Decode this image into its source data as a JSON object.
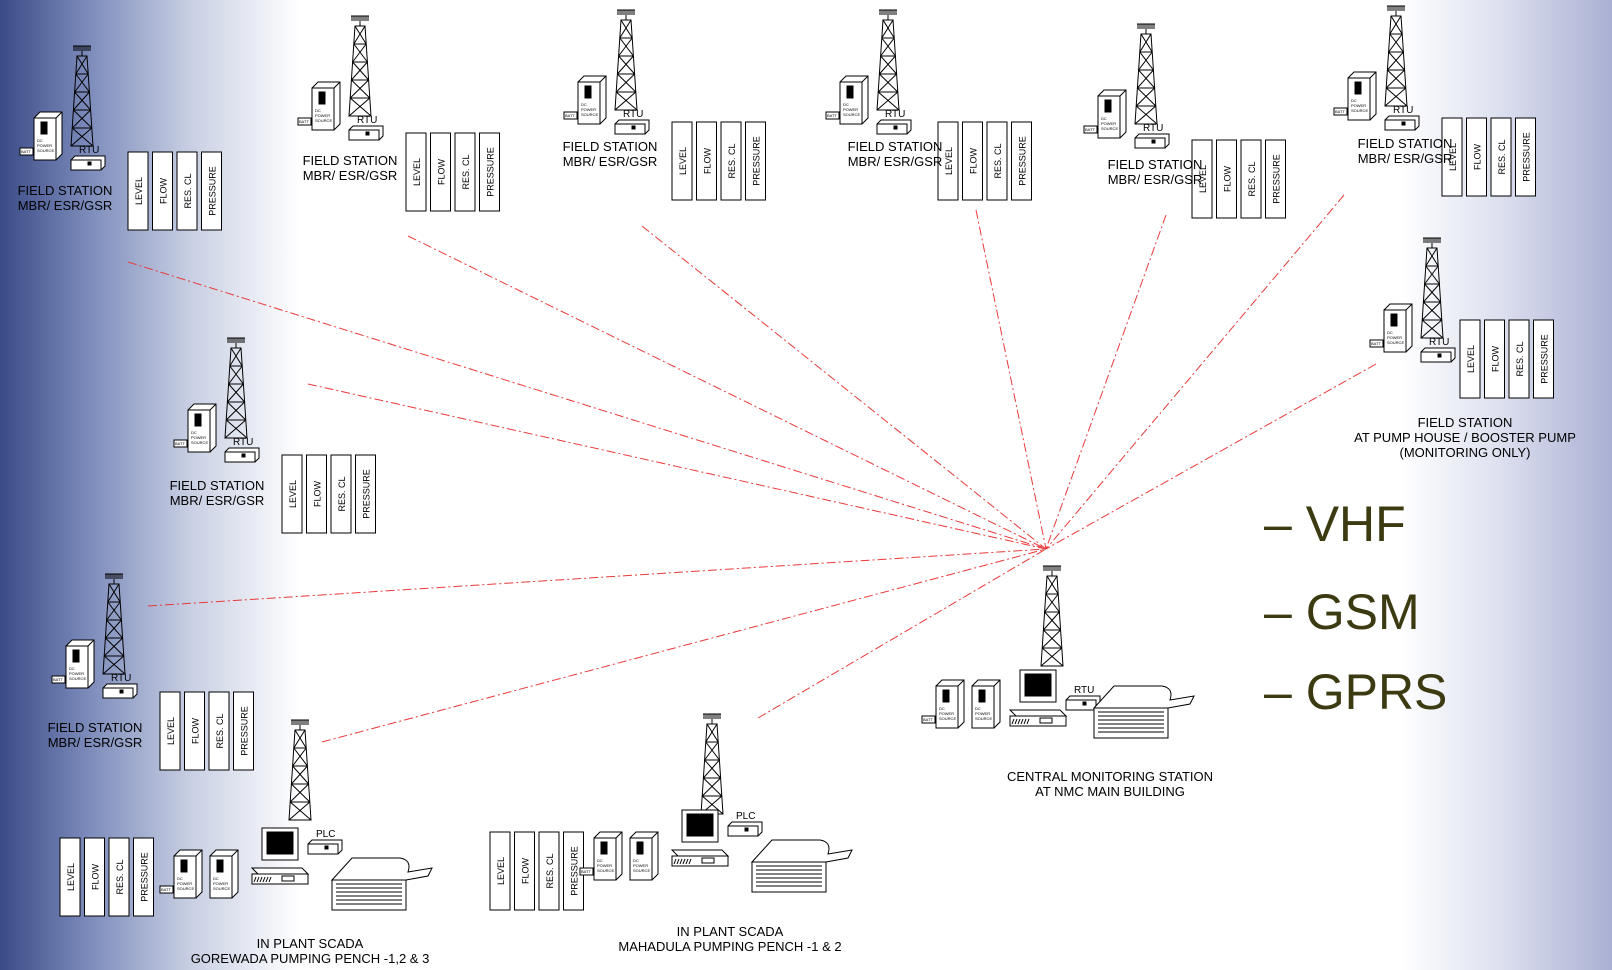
{
  "field_station": {
    "line1": "FIELD STATION",
    "line2": "MBR/ ESR/GSR"
  },
  "pump_station": {
    "line1": "FIELD STATION",
    "line2": "AT PUMP HOUSE / BOOSTER PUMP",
    "line3": "(MONITORING ONLY)"
  },
  "central_station": {
    "line1": "CENTRAL MONITORING STATION",
    "line2": "AT NMC MAIN BUILDING"
  },
  "gorewada": {
    "line1": "IN PLANT SCADA",
    "line2": "GOREWADA PUMPING PENCH -1,2 & 3"
  },
  "mahadula": {
    "line1": "IN PLANT SCADA",
    "line2": "MAHADULA PUMPING PENCH -1 & 2"
  },
  "device_labels": {
    "rtu": "RTU",
    "plc": "PLC",
    "batt": "BATT",
    "dc_power_source": [
      "DC",
      "POWER",
      "SOURCE"
    ]
  },
  "sensors": [
    "LEVEL",
    "FLOW",
    "RES. CL",
    "PRESSURE"
  ],
  "protocols": [
    "– VHF",
    "– GSM",
    "– GPRS"
  ],
  "colors": {
    "link_line": "#e83a3a",
    "protocol_text": "#3b3a10",
    "background_edge": "#3a4a86"
  }
}
